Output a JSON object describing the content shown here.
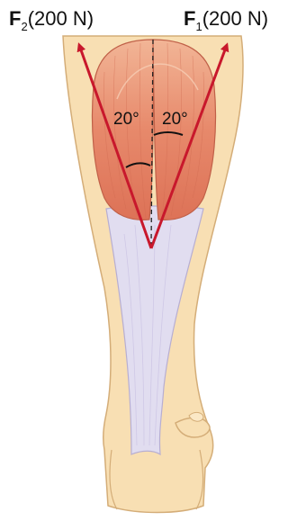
{
  "forces": [
    {
      "symbol": "F",
      "subscript": "2",
      "magnitude": "(200 N)"
    },
    {
      "symbol": "F",
      "subscript": "1",
      "magnitude": "(200 N)"
    }
  ],
  "angles": [
    {
      "value": "20°"
    },
    {
      "value": "20°"
    }
  ],
  "colors": {
    "skin": "#f8dfb3",
    "skin_outline": "#d4ad78",
    "muscle": "#e6896a",
    "muscle_light": "#f1b192",
    "tendon": "#e1ddf0",
    "arrow": "#c8182c"
  }
}
